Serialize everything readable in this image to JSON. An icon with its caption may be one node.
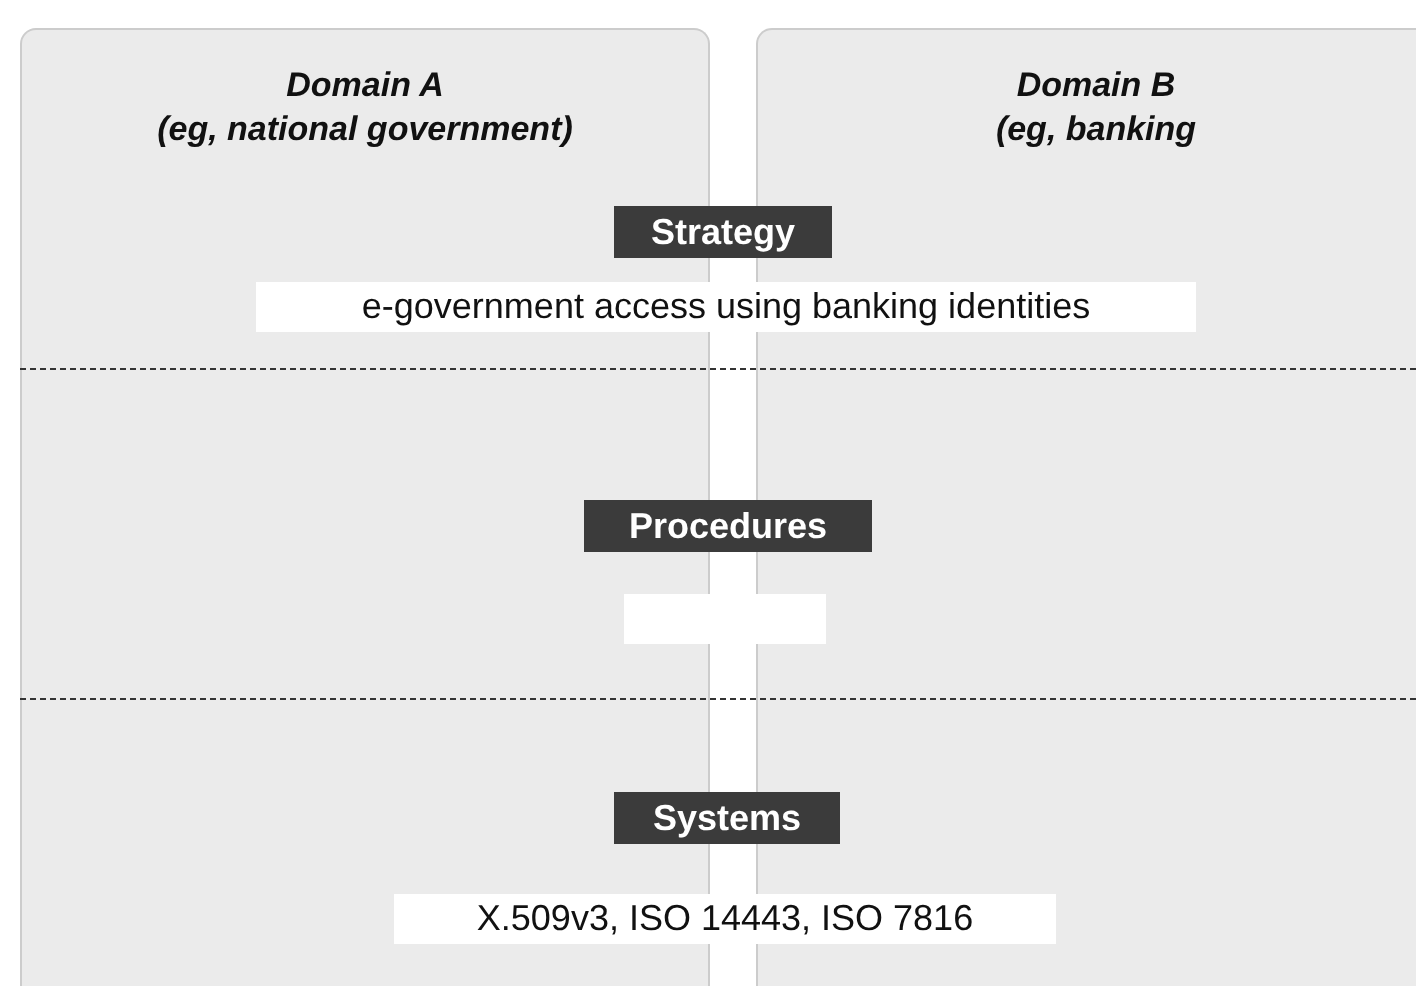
{
  "diagram": {
    "nodes": [
      {
        "text": [
          "Domain A",
          "(eg, national government)"
        ]
      },
      {
        "text": [
          "Domain B",
          "(eg, banking"
        ]
      },
      {
        "text": [
          "Strategy"
        ]
      },
      {
        "text": [
          "e-government access using banking identities"
        ]
      },
      {
        "text": [
          "Procedures"
        ]
      },
      {
        "text": [],
        "shape": "box"
      },
      {
        "text": [
          "Systems"
        ]
      },
      {
        "text": [
          "X.509v3, ISO 14443, ISO 7816"
        ]
      }
    ],
    "edges": []
  }
}
